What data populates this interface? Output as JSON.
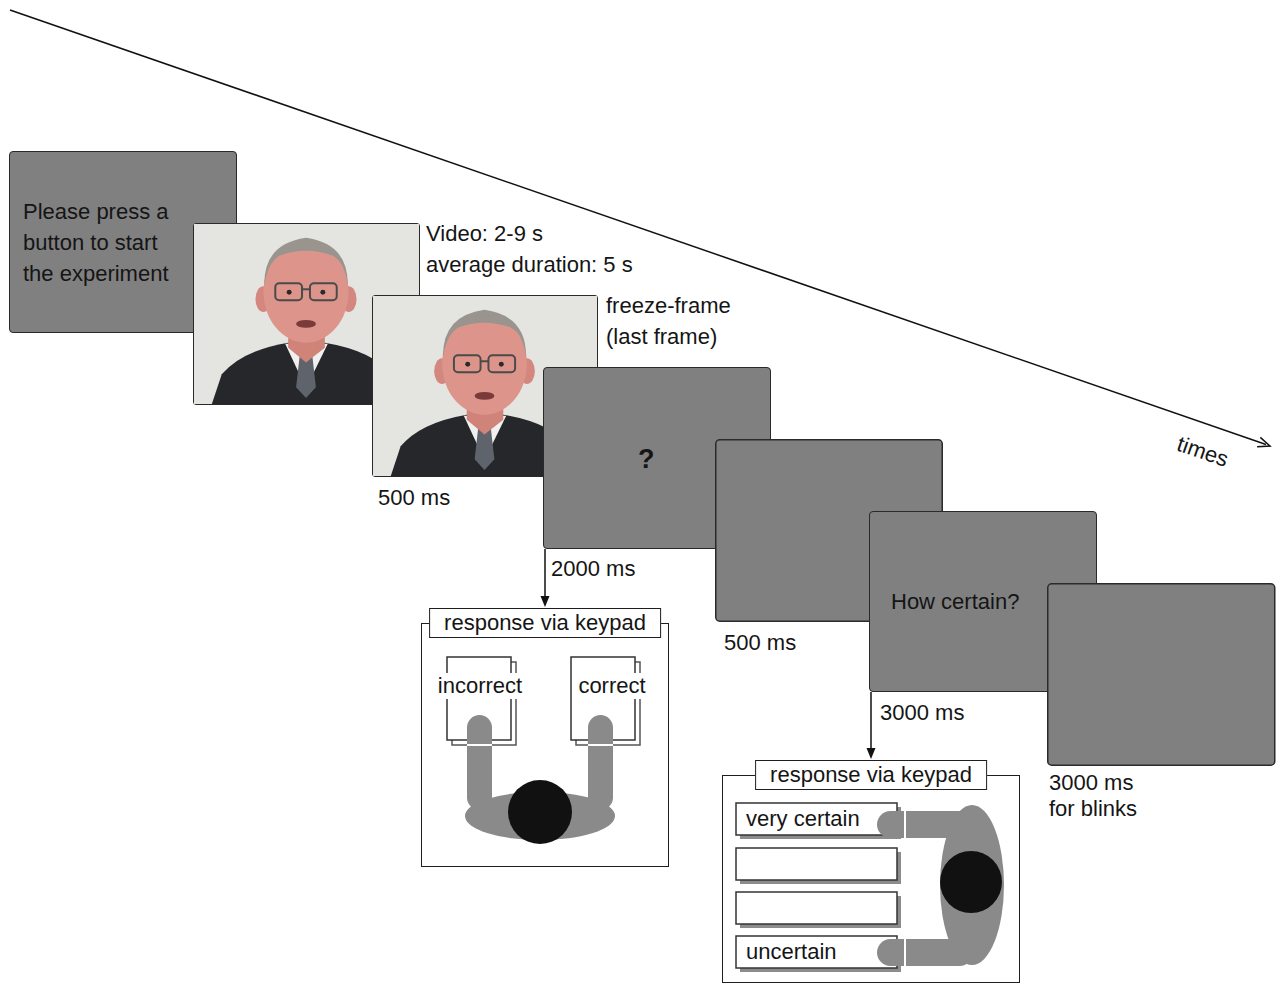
{
  "diagram": {
    "nodes": [
      {
        "text": [
          "Please press a button to start the experiment"
        ]
      },
      {
        "text": [
          "Video: 2-9 s",
          "average duration: 5 s"
        ]
      },
      {
        "text": [
          "freeze-frame (last frame)"
        ]
      },
      {
        "text": [
          "?"
        ]
      },
      {
        "text": [
          "response via keypad"
        ]
      },
      {
        "text": [
          "incorrect"
        ],
        "in": 4
      },
      {
        "text": [
          "correct"
        ],
        "in": 4
      },
      {
        "text": [
          "How certain?"
        ]
      },
      {
        "text": [
          "response via keypad"
        ]
      },
      {
        "text": [
          "very certain"
        ],
        "in": 8
      },
      {
        "text": [
          "uncertain"
        ],
        "in": 8
      }
    ],
    "edges": [
      {
        "from": 3,
        "to": 4,
        "arrow": "to"
      },
      {
        "from": 7,
        "to": 8,
        "arrow": "to"
      }
    ],
    "labels": [
      "500 ms",
      "2000 ms",
      "500 ms",
      "3000 ms",
      "3000 ms for blinks",
      "times"
    ]
  }
}
